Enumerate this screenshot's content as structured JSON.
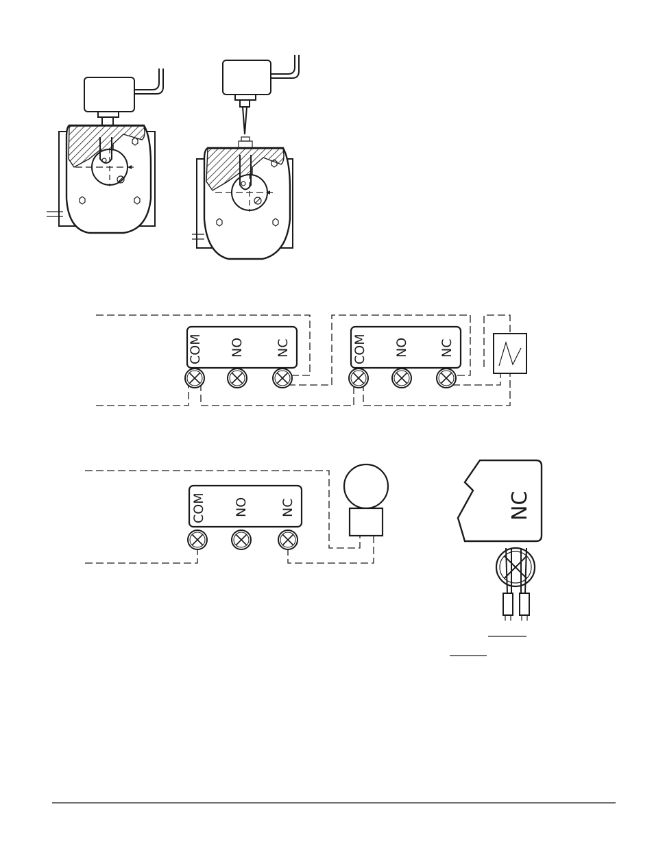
{
  "terminal_block_1": {
    "com": "COM",
    "no": "NO",
    "nc": "NC"
  },
  "terminal_block_2": {
    "com": "COM",
    "no": "NO",
    "nc": "NC"
  },
  "terminal_block_3": {
    "com": "COM",
    "no": "NO",
    "nc": "NC"
  },
  "detail_label": "NC",
  "colors": {
    "ink": "#1a1a1a",
    "paper": "#ffffff"
  },
  "icons": [
    "switch-housing-icon",
    "terminal-screw-icon",
    "heater-element-icon",
    "lamp-icon",
    "wire-pair-icon"
  ]
}
